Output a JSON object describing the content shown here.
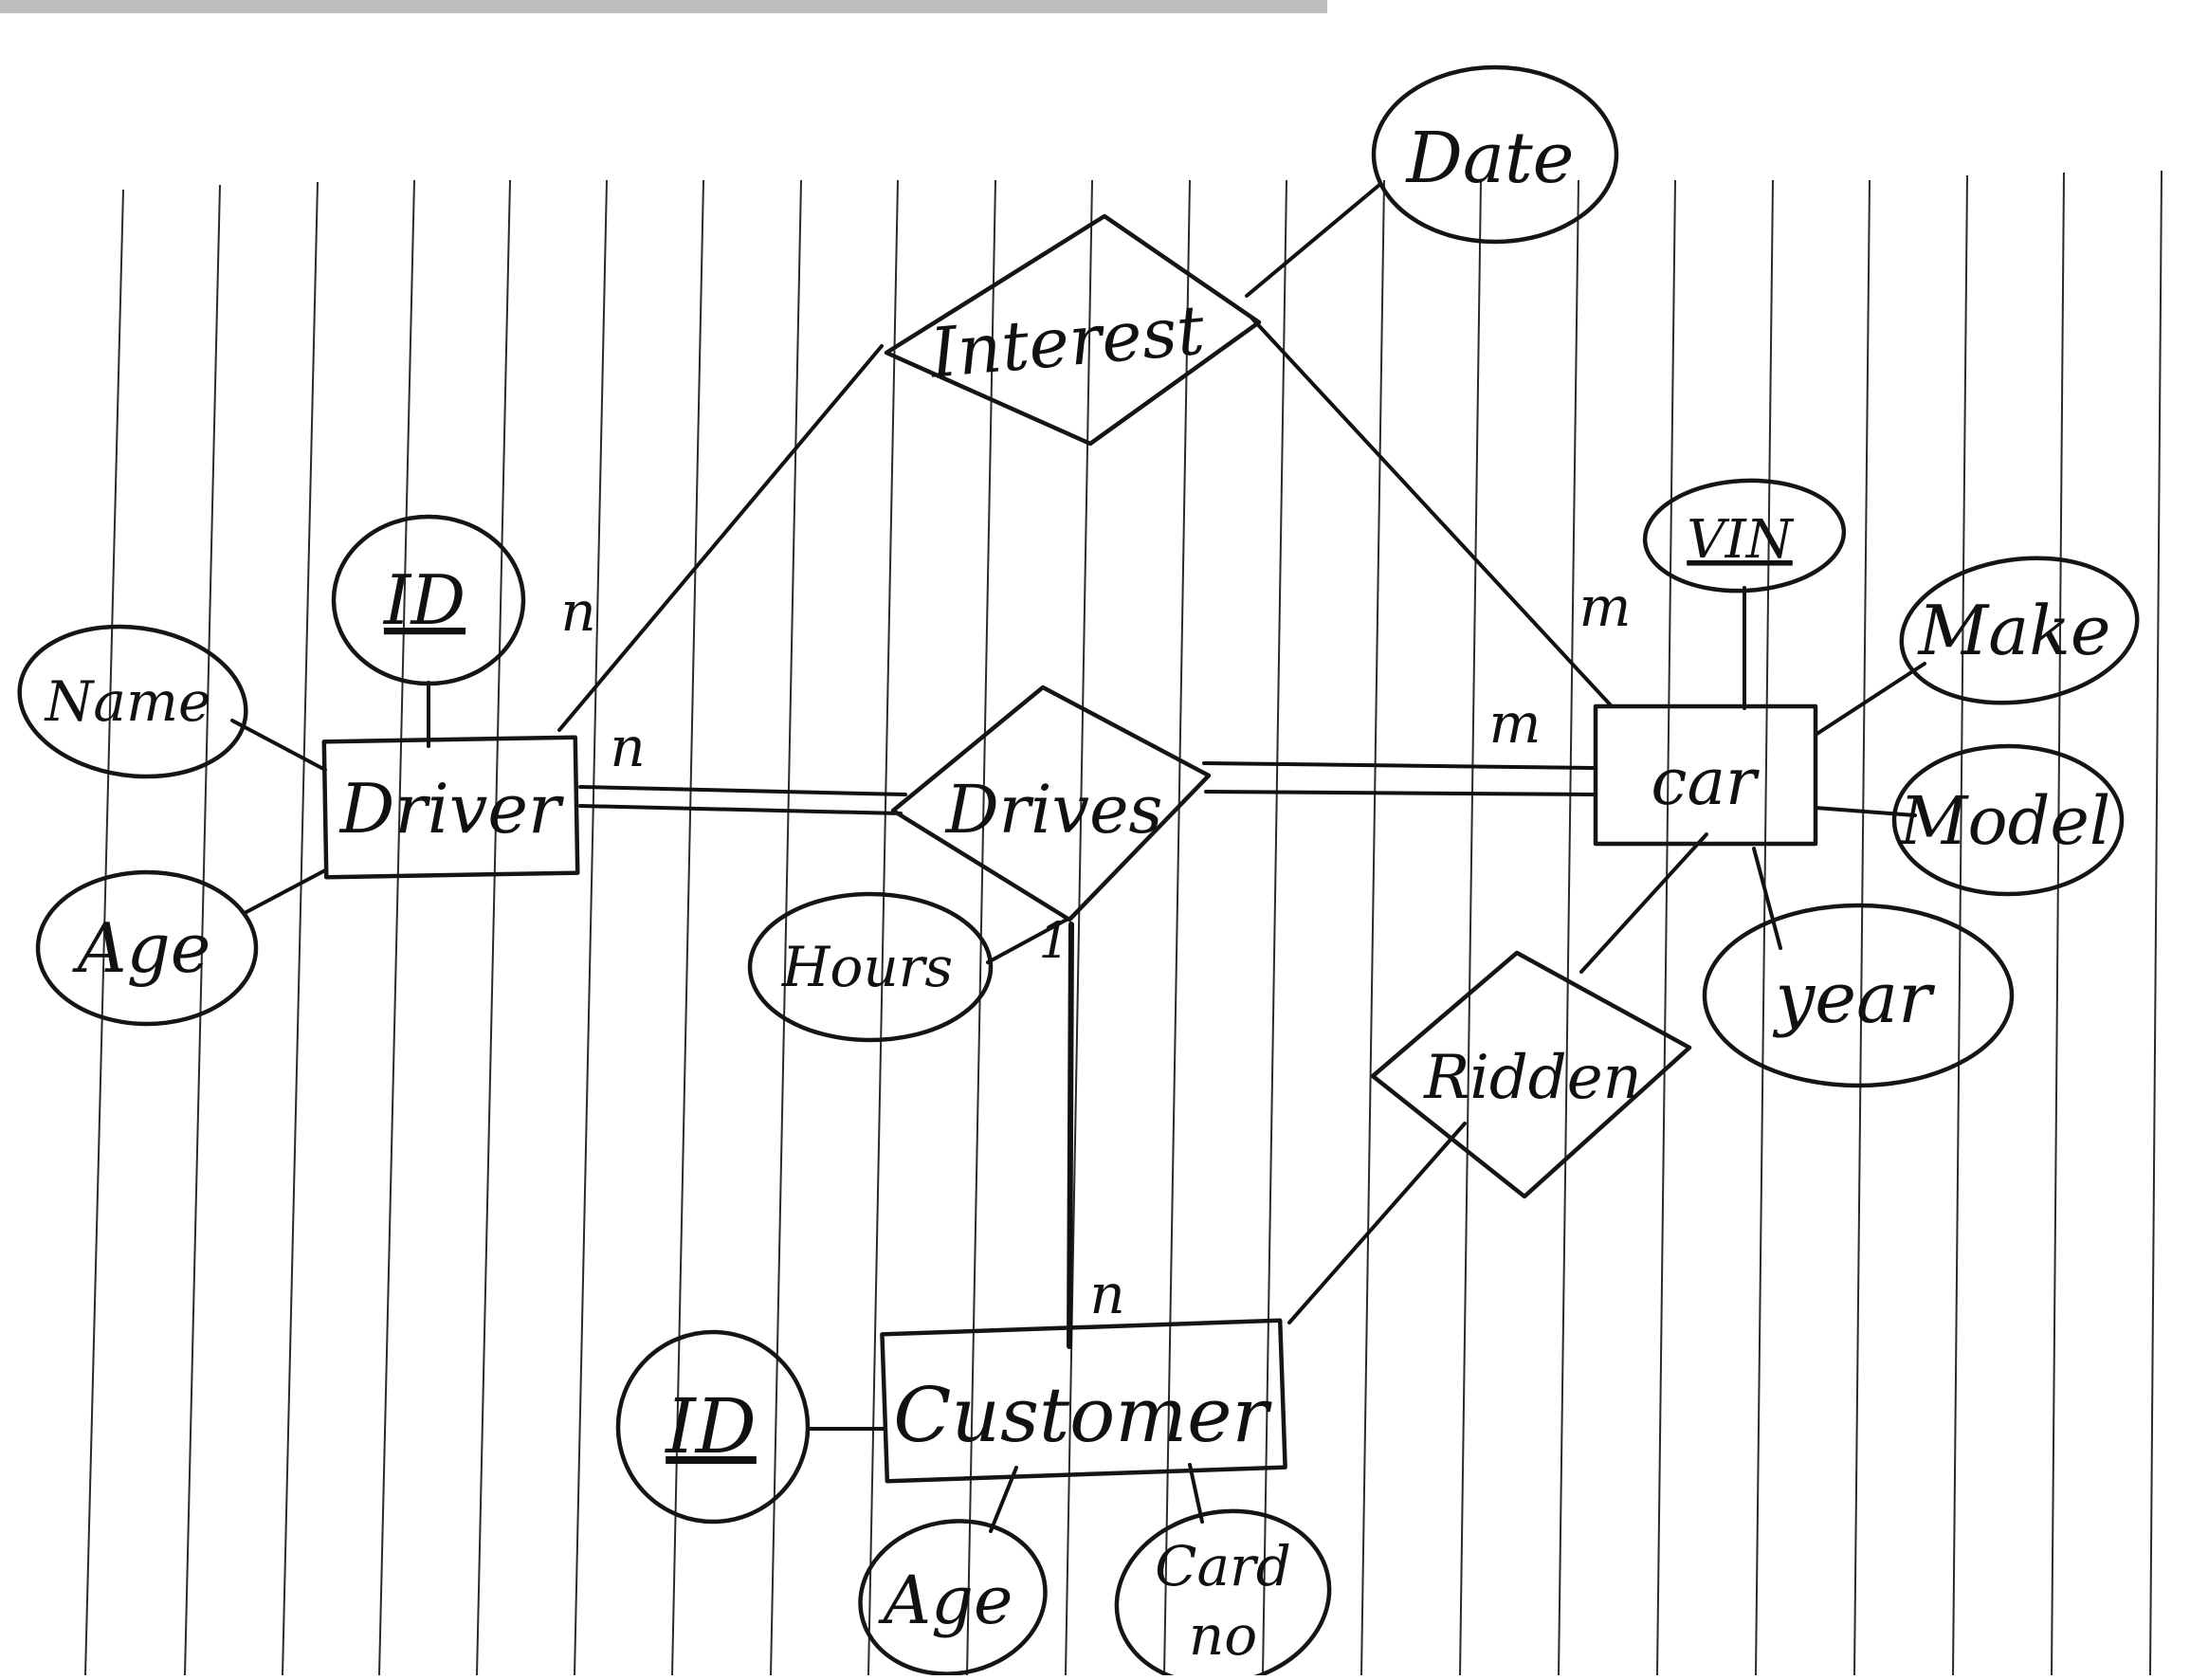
{
  "diagram": {
    "entities": {
      "driver": "Driver",
      "car": "car",
      "customer": "Customer"
    },
    "relationships": {
      "interest": "Interest",
      "drives": "Drives",
      "ridden": "Ridden"
    },
    "attributes": {
      "driver_id": "ID",
      "driver_name": "Name",
      "driver_age": "Age",
      "interest_date": "Date",
      "drives_hours": "Hours",
      "car_vin": "VIN",
      "car_make": "Make",
      "car_model": "Model",
      "car_year": "year",
      "customer_id": "ID",
      "customer_age": "Age",
      "customer_card_line1": "Card",
      "customer_card_line2": "no"
    },
    "cardinalities": {
      "driver_interest": "n",
      "driver_drives": "n",
      "car_interest": "m",
      "car_drives": "m",
      "drives_customer": "1",
      "customer_drives": "n"
    }
  }
}
